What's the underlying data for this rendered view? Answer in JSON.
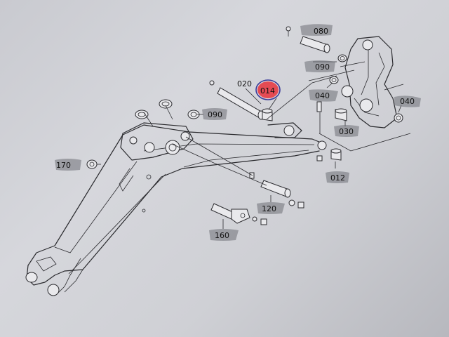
{
  "callouts": [
    {
      "id": "c080",
      "text": "080"
    },
    {
      "id": "c090a",
      "text": "090"
    },
    {
      "id": "c020",
      "text": "020"
    },
    {
      "id": "c014",
      "text": "014"
    },
    {
      "id": "c040a",
      "text": "040"
    },
    {
      "id": "c040b",
      "text": "040"
    },
    {
      "id": "c090b",
      "text": "090"
    },
    {
      "id": "c030",
      "text": "030"
    },
    {
      "id": "c170",
      "text": "170"
    },
    {
      "id": "c012",
      "text": "012"
    },
    {
      "id": "c120",
      "text": "120"
    },
    {
      "id": "c160",
      "text": "160"
    }
  ],
  "colors": {
    "paper": "#d2d3d8",
    "ink": "#2a2a2e",
    "highlight": "#e8323c",
    "highlight_ring": "#3b3b9a"
  },
  "highlighted_part": "014"
}
